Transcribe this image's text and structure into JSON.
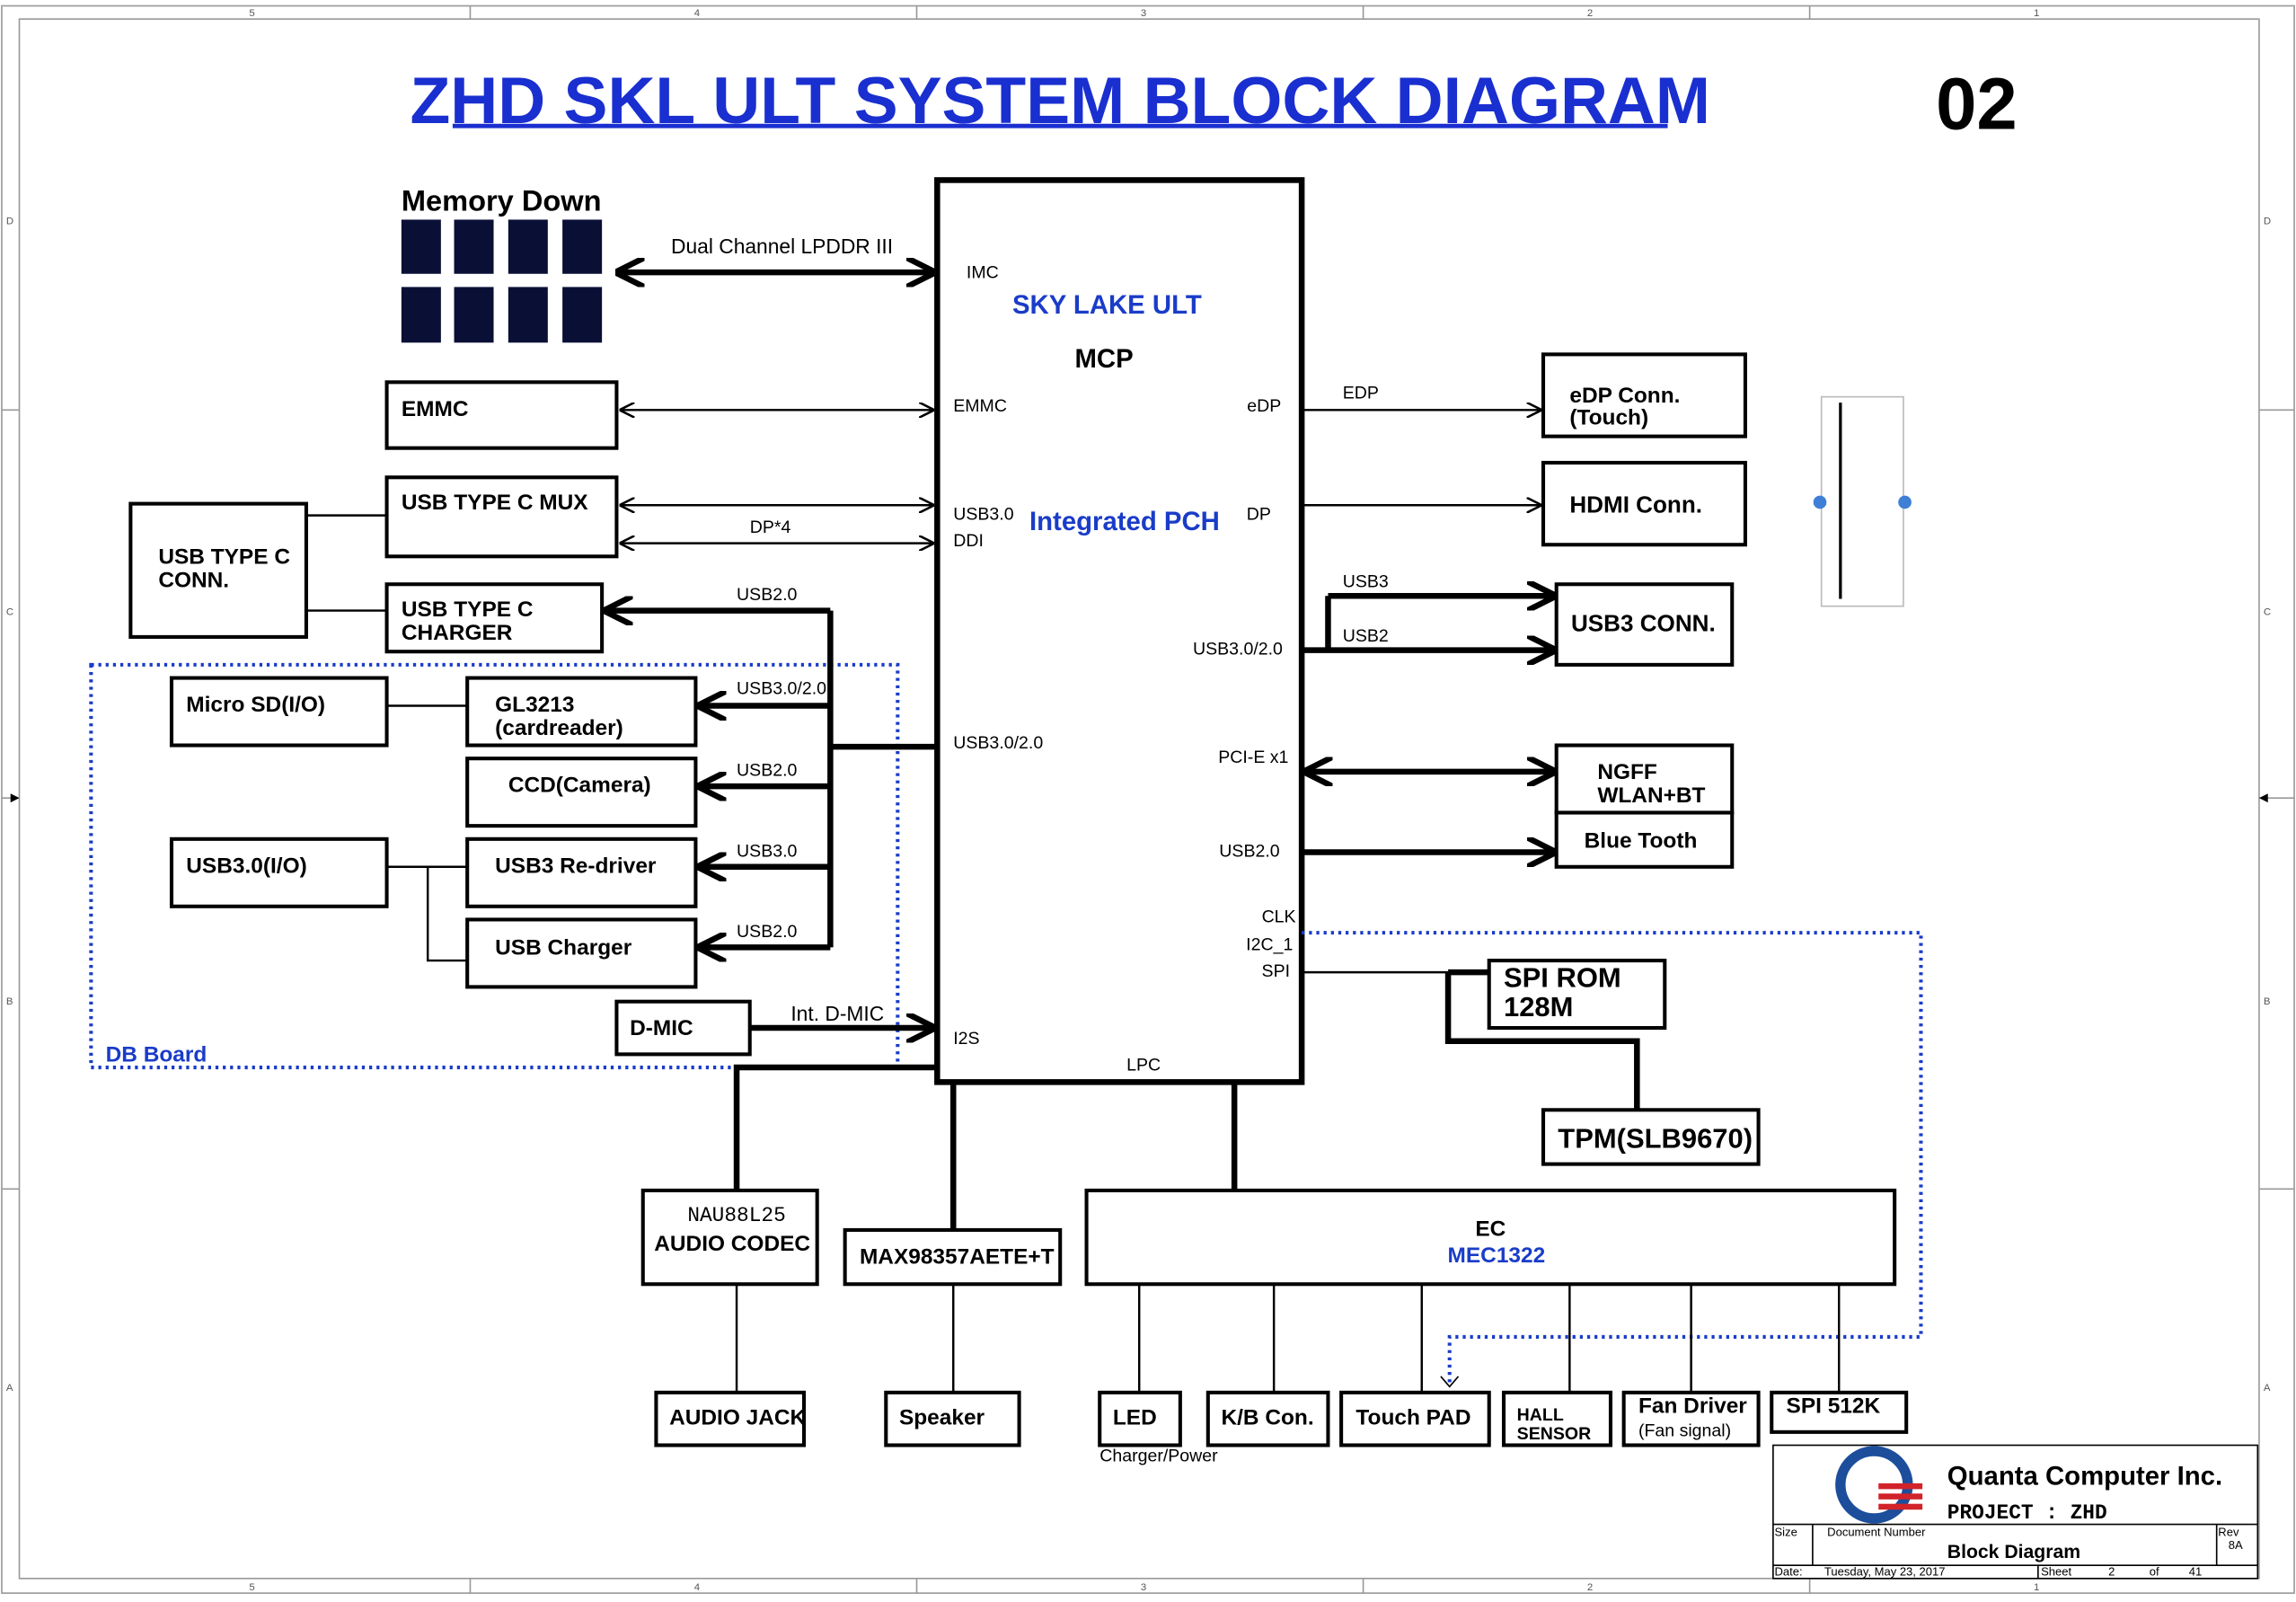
{
  "title": "ZHD SKL ULT SYSTEM BLOCK DIAGRAM",
  "page_number": "02",
  "border": {
    "top_marks": [
      "5",
      "4",
      "3",
      "2",
      "1"
    ],
    "bottom_marks": [
      "5",
      "4",
      "3",
      "2",
      "1"
    ],
    "left_marks": [
      "D",
      "C",
      "B",
      "A"
    ],
    "right_marks": [
      "D",
      "C",
      "B",
      "A"
    ]
  },
  "memory": {
    "label": "Memory Down",
    "link": "Dual Channel LPDDR III"
  },
  "cpu": {
    "name": "SKY LAKE ULT",
    "package": "MCP",
    "pch": "Integrated  PCH",
    "ports_left": {
      "imc": "IMC",
      "emmc": "EMMC",
      "usb30": "USB3.0",
      "ddi": "DDI",
      "usb3020": "USB3.0/2.0",
      "i2s": "I2S"
    },
    "ports_right": {
      "edp": "eDP",
      "dp": "DP",
      "usb3020": "USB3.0/2.0",
      "pcie": "PCI-E x1",
      "usb20": "USB2.0",
      "clk": "CLK",
      "i2c": "I2C_1",
      "spi": "SPI"
    },
    "ports_bottom": {
      "lpc": "LPC"
    }
  },
  "left_blocks": {
    "emmc": "EMMC",
    "usbc_mux": "USB TYPE C MUX",
    "usbc_conn": [
      "USB TYPE C",
      "CONN."
    ],
    "usbc_charger": [
      "USB TYPE C",
      "CHARGER"
    ],
    "microsd": "Micro SD(I/O)",
    "gl3213": [
      "GL3213",
      "(cardreader)"
    ],
    "ccd": "CCD(Camera)",
    "usb30io": "USB3.0(I/O)",
    "redriver": "USB3 Re-driver",
    "usb_charger": "USB Charger",
    "dmic": "D-MIC",
    "db_board": "DB Board"
  },
  "left_links": {
    "dp4": "DP*4",
    "charger_usb": "USB2.0",
    "gl_usb": "USB3.0/2.0",
    "ccd_usb": "USB2.0",
    "redriver_usb": "USB3.0",
    "charger2_usb": "USB2.0",
    "dmic": "Int. D-MIC"
  },
  "right_blocks": {
    "edp": [
      "eDP  Conn.",
      "(Touch)"
    ],
    "hdmi": "HDMI Conn.",
    "usb3": "USB3 CONN.",
    "ngff": [
      "NGFF",
      "WLAN+BT"
    ],
    "bt": "Blue Tooth",
    "spirom": [
      "SPI ROM",
      "128M"
    ],
    "tpm": "TPM(SLB9670)"
  },
  "right_links": {
    "edp": "EDP",
    "usb3": "USB3",
    "usb2": "USB2"
  },
  "bottom_blocks": {
    "codec": [
      "NAU88L25",
      "AUDIO CODEC"
    ],
    "amp": "MAX98357AETE+T",
    "ec": "EC",
    "ec_part": "MEC1322",
    "audio_jack": "AUDIO JACK",
    "speaker": "Speaker",
    "led": "LED",
    "led_note": "Charger/Power",
    "kb": "K/B Con.",
    "touchpad": "Touch PAD",
    "hall": [
      "HALL",
      "SENSOR"
    ],
    "fan": "Fan Driver",
    "fan_note": "(Fan signal)",
    "spi512": "SPI 512K"
  },
  "title_block": {
    "company": "Quanta Computer Inc.",
    "project": "PROJECT : ZHD",
    "size_label": "Size",
    "docnum_label": "Document Number",
    "doc_title": "Block Diagram",
    "rev_label": "Rev",
    "rev": "8A",
    "date_label": "Date:",
    "date": "Tuesday, May 23, 2017",
    "sheet_label": "Sheet",
    "sheet": "2",
    "of_label": "of",
    "total": "41"
  },
  "colors": {
    "title_blue": "#1a2fd0",
    "label_blue": "#1a3cc8",
    "chip_navy": "#0a0f36",
    "dot_blue": "#3f7fd6",
    "logo_red": "#d2232a",
    "logo_blue": "#1c4e9c"
  }
}
